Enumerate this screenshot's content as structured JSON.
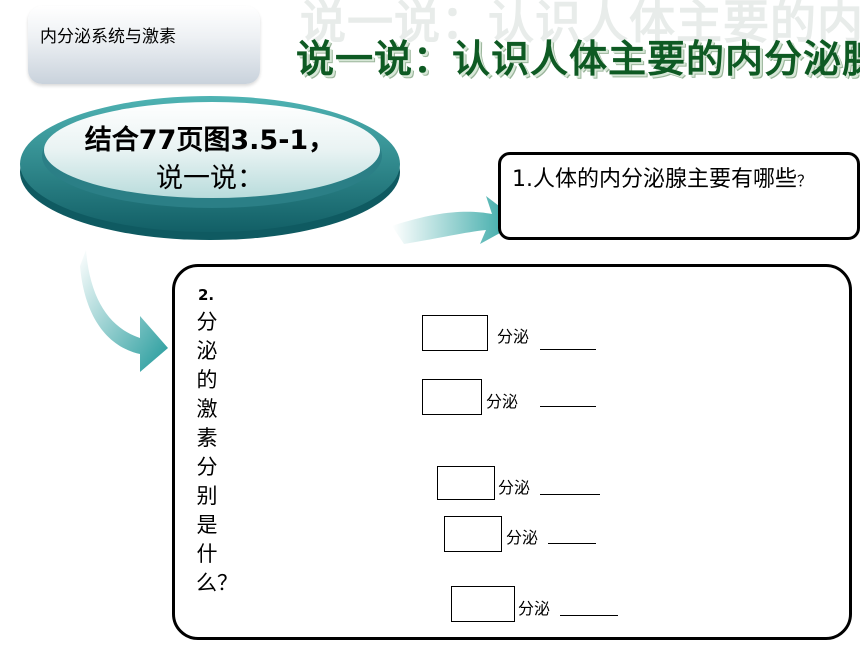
{
  "topic": "内分泌系统与激素",
  "title": "说一说：认识人体主要的内分泌腺",
  "title_shadow": "说一说：认识人体主要的内分泌腺",
  "badge": {
    "line1": "结合77页图3.5-1，",
    "line2": "说一说："
  },
  "question1": {
    "text": "1.人体的内分泌腺主要有哪些",
    "mark": "？"
  },
  "question2": {
    "number": "2.",
    "text": "分泌的激素分别是什么？"
  },
  "labels": {
    "secrete": "分泌"
  },
  "colors": {
    "title_green": "#0e5a23",
    "teal_dark": "#1b7b82",
    "teal_light": "#a8dcd9",
    "skin": "#f8cfc3",
    "gland_orange": "#f2a233"
  }
}
